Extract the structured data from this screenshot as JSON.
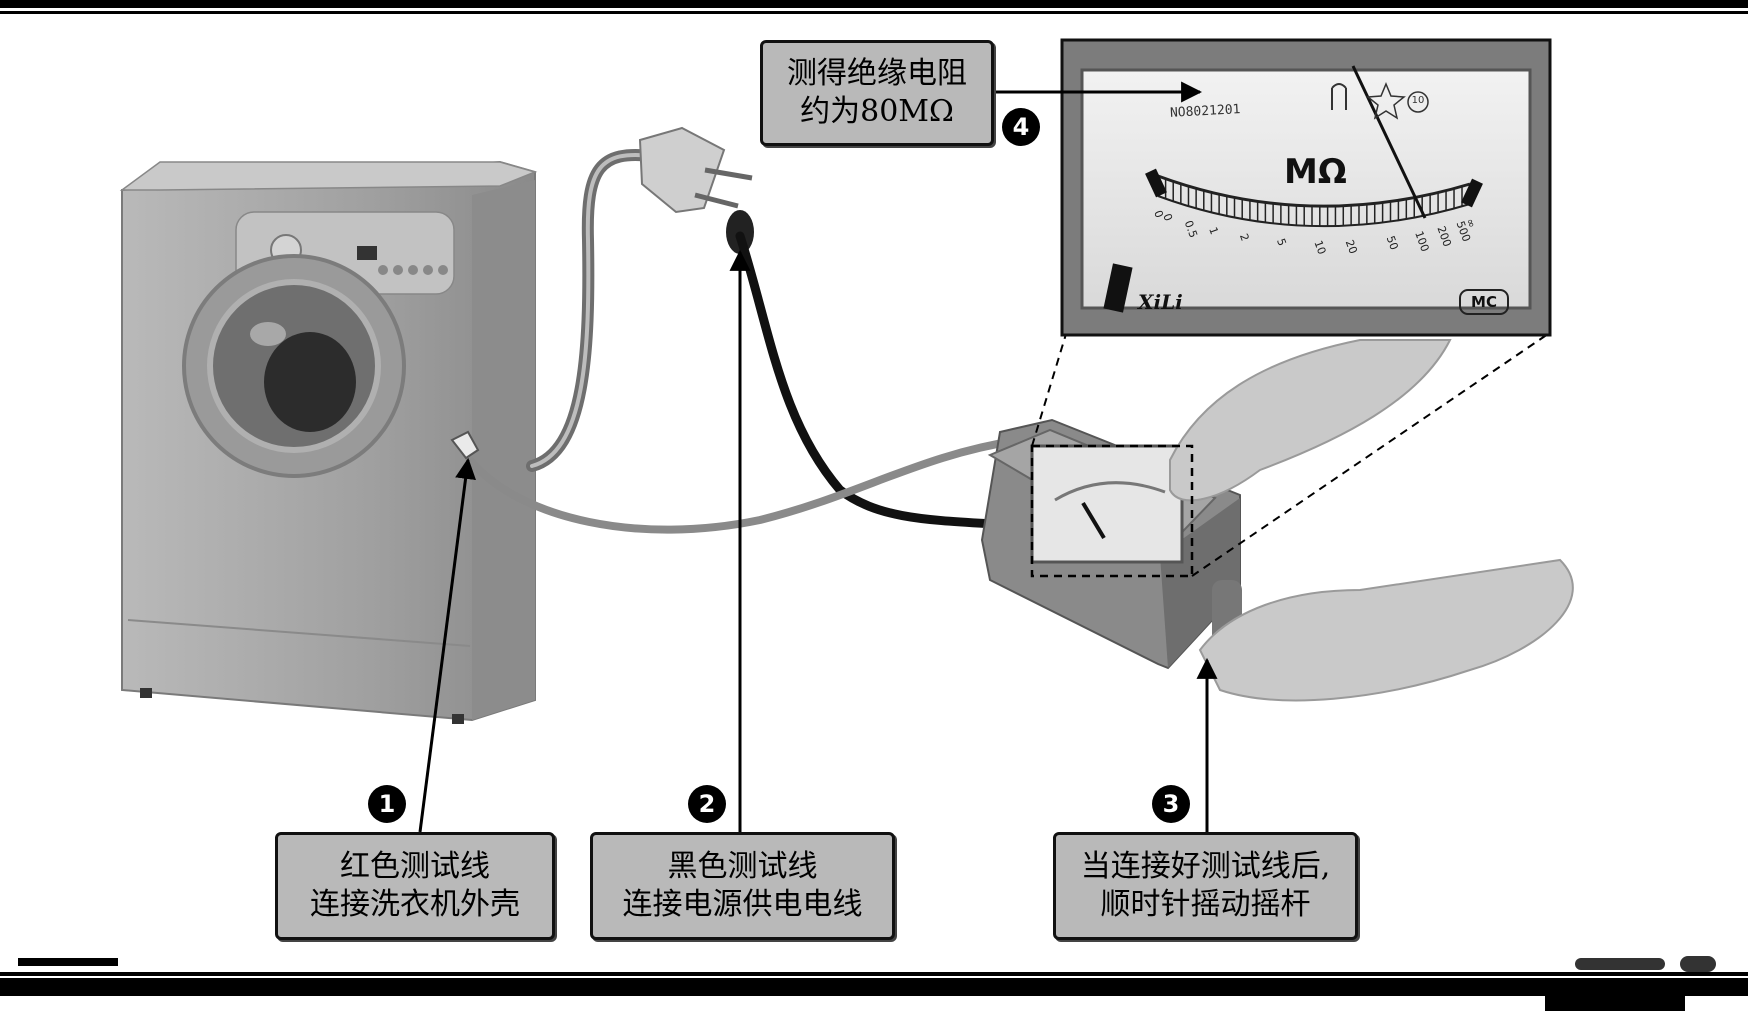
{
  "steps": [
    {
      "number": "1",
      "line1": "红色测试线",
      "line2": "连接洗衣机外壳"
    },
    {
      "number": "2",
      "line1": "黑色测试线",
      "line2": "连接电源供电电线"
    },
    {
      "number": "3",
      "line1": "当连接好测试线后,",
      "line2": "顺时针摇动摇杆"
    },
    {
      "number": "4",
      "line1": "测得绝缘电阻",
      "line2": "约为80MΩ"
    }
  ],
  "meter": {
    "unit": "MΩ",
    "scale_labels": [
      "0",
      "0",
      "0.5",
      "1",
      "2",
      "5",
      "10",
      "20",
      "50",
      "100",
      "200",
      "500",
      "∞"
    ],
    "serial": "NO8021201",
    "circle_mark": "10",
    "brand": "XiLi",
    "cert_mark": "MC"
  },
  "colors": {
    "callout_fill": "#b9b9b9",
    "border": "#111111",
    "machine_body": "#a3a3a3"
  }
}
